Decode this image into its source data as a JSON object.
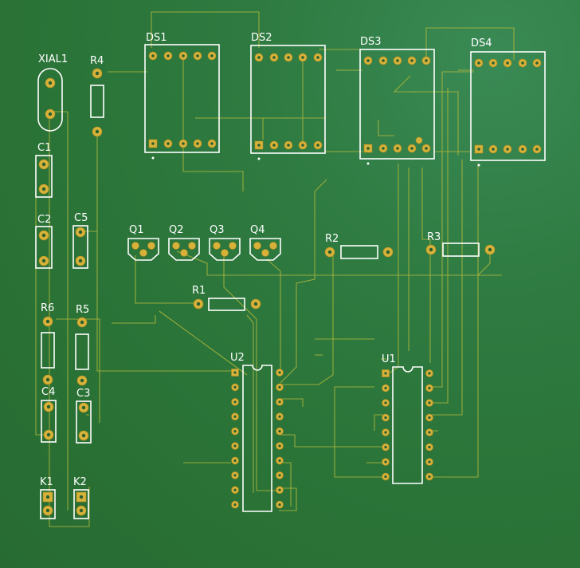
{
  "labels": {
    "xial1": "XIAL1",
    "r4": "R4",
    "c1": "C1",
    "c2": "C2",
    "c5": "C5",
    "r6": "R6",
    "r5": "R5",
    "c4": "C4",
    "c3": "C3",
    "k1": "K1",
    "k2": "K2",
    "ds1": "DS1",
    "ds2": "DS2",
    "ds3": "DS3",
    "ds4": "DS4",
    "q1": "Q1",
    "q2": "Q2",
    "q3": "Q3",
    "q4": "Q4",
    "r1": "R1",
    "r2": "R2",
    "r3": "R3",
    "u1": "U1",
    "u2": "U2"
  },
  "colors": {
    "board": "#2e7a40",
    "trace": "#a9b43c",
    "pad": "#d7b23a",
    "silkscreen": "#ffffff"
  }
}
